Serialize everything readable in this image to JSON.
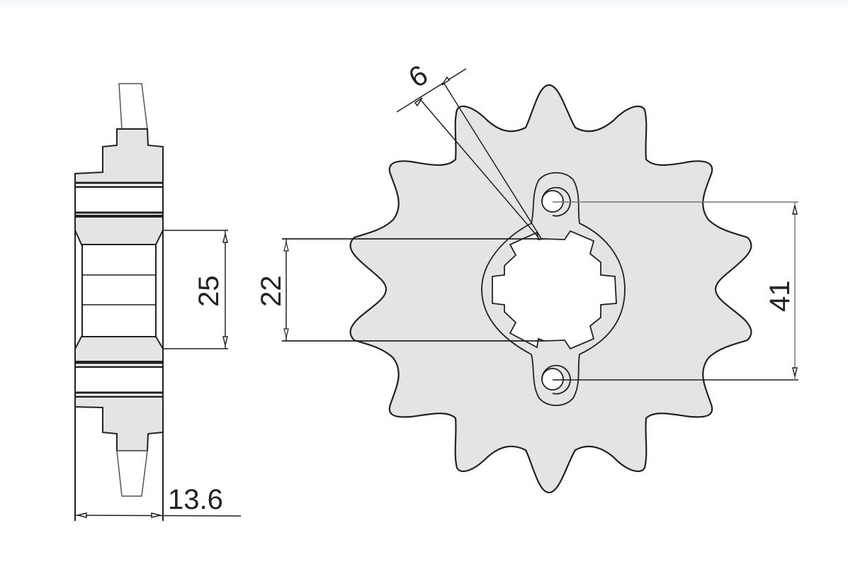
{
  "drawing": {
    "subject": "front sprocket",
    "teeth_count": 14,
    "fill_color": "#e4e4e4",
    "line_color": "#222222",
    "background": "#ffffff",
    "top_strip_color": "#f6fafe"
  },
  "dimensions": {
    "width_label": "13.6",
    "hub_outer_label": "25",
    "spline_label": "22",
    "bolt_spacing_label": "41",
    "bolt_hole_label": "6"
  }
}
